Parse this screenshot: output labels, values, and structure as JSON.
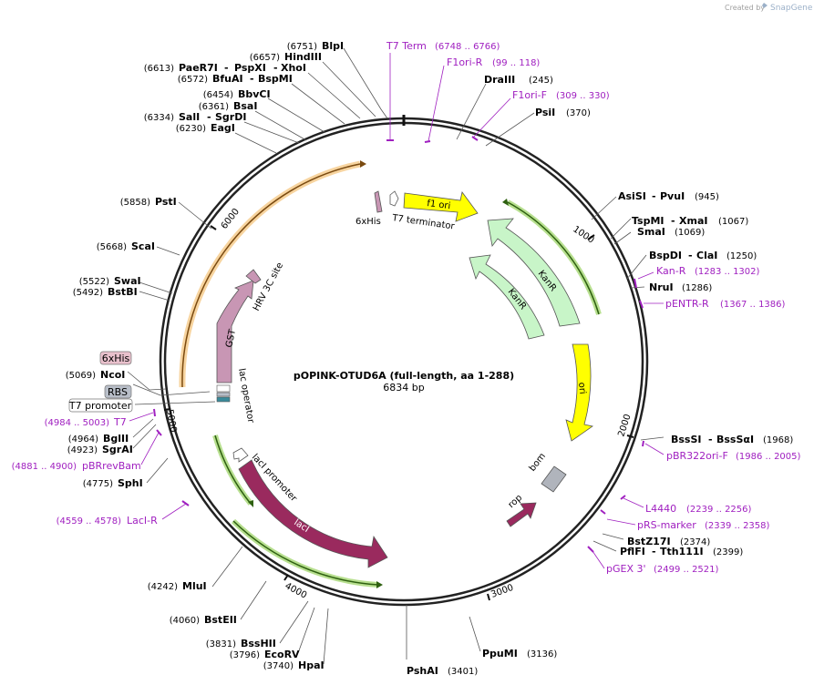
{
  "credit": {
    "created_by": "Created by",
    "brand": "SnapGene"
  },
  "plasmid": {
    "name": "pOPINK-OTUD6A (full-length, aa 1-288)",
    "size": "6834 bp"
  },
  "ticks": [
    "1000",
    "2000",
    "3000",
    "4000",
    "5000",
    "6000"
  ],
  "features": {
    "his_tag": "6xHis",
    "t7_terminator": "T7 terminator",
    "f1_ori": "f1 ori",
    "kanr_outer": "KanR",
    "kanr_inner": "KanR",
    "ori": "ori",
    "bom": "bom",
    "rop": "rop",
    "laci": "lacI",
    "laci_promoter": "lacI promoter",
    "lac_operator": "lac operator",
    "gst": "GST",
    "hrv3c": "HRV 3C site"
  },
  "boxed_labels": {
    "his": "6xHis",
    "rbs": "RBS",
    "t7_promoter": "T7 promoter"
  },
  "colors": {
    "laci": "#9a2a5e",
    "kanr": "#c8f5c8",
    "f1_ori": "#ffff00",
    "ori": "#ffff00",
    "gst": "#c896b4",
    "primer": "#a020c0",
    "promoter_glow": "#70c020",
    "orange_glow": "#f0b050",
    "bom": "#b0b4bc",
    "rbs": "#b8bec8"
  },
  "sites": {
    "blpi": {
      "name": "BlpI",
      "pos": "(6751)"
    },
    "hindiii": {
      "name": "HindIII",
      "pos": "(6657)"
    },
    "paer7i": {
      "name": "PaeR7I",
      "pos": "(6613)",
      "sep1": "-",
      "n2": "PspXI",
      "sep2": "-",
      "n3": "XhoI"
    },
    "bfuai": {
      "name": "BfuAI",
      "pos": "(6572)",
      "sep": "-",
      "n2": "BspMI"
    },
    "bbvci": {
      "name": "BbvCI",
      "pos": "(6454)"
    },
    "bsai": {
      "name": "BsaI",
      "pos": "(6361)"
    },
    "sali": {
      "name": "SalI",
      "pos": "(6334)",
      "sep": "-",
      "n2": "SgrDI"
    },
    "eagi": {
      "name": "EagI",
      "pos": "(6230)"
    },
    "psti": {
      "name": "PstI",
      "pos": "(5858)"
    },
    "scai": {
      "name": "ScaI",
      "pos": "(5668)"
    },
    "swai": {
      "name": "SwaI",
      "pos": "(5522)"
    },
    "bstbi": {
      "name": "BstBI",
      "pos": "(5492)"
    },
    "ncoi": {
      "name": "NcoI",
      "pos": "(5069)"
    },
    "bglii": {
      "name": "BglII",
      "pos": "(4964)"
    },
    "sgrai": {
      "name": "SgrAI",
      "pos": "(4923)"
    },
    "sphi": {
      "name": "SphI",
      "pos": "(4775)"
    },
    "mlui": {
      "name": "MluI",
      "pos": "(4242)"
    },
    "bsteii": {
      "name": "BstEII",
      "pos": "(4060)"
    },
    "bsshii": {
      "name": "BssHII",
      "pos": "(3831)"
    },
    "ecorv": {
      "name": "EcoRV",
      "pos": "(3796)"
    },
    "hpai": {
      "name": "HpaI",
      "pos": "(3740)"
    },
    "pshai": {
      "name": "PshAI",
      "pos": "(3401)"
    },
    "ppumi": {
      "name": "PpuMI",
      "pos": "(3136)"
    },
    "draiii": {
      "name": "DraIII",
      "pos": "(245)"
    },
    "psii": {
      "name": "PsiI",
      "pos": "(370)"
    },
    "asisi": {
      "name": "AsiSI",
      "sep": "-",
      "n2": "PvuI",
      "pos": "(945)"
    },
    "tspmi": {
      "name": "TspMI",
      "sep": "-",
      "n2": "XmaI",
      "pos": "(1067)"
    },
    "smai": {
      "name": "SmaI",
      "pos": "(1069)"
    },
    "bspdi": {
      "name": "BspDI",
      "sep": "-",
      "n2": "ClaI",
      "pos": "(1250)"
    },
    "nrui": {
      "name": "NruI",
      "pos": "(1286)"
    },
    "bsssi": {
      "name": "BssSI",
      "sep": "-",
      "n2": "BssSαI",
      "pos": "(1968)"
    },
    "bstz17i": {
      "name": "BstZ17I",
      "pos": "(2374)"
    },
    "pflfi": {
      "name": "PflFI",
      "sep": "-",
      "n2": "Tth111I",
      "pos": "(2399)"
    }
  },
  "primers": {
    "t7term": {
      "name": "T7 Term",
      "range": "(6748 .. 6766)"
    },
    "f1ori_r": {
      "name": "F1ori-R",
      "range": "(99 .. 118)"
    },
    "f1ori_f": {
      "name": "F1ori-F",
      "range": "(309 .. 330)"
    },
    "kan_r": {
      "name": "Kan-R",
      "range": "(1283 .. 1302)"
    },
    "pentr_r": {
      "name": "pENTR-R",
      "range": "(1367 .. 1386)"
    },
    "pbr322ori_f": {
      "name": "pBR322ori-F",
      "range": "(1986 .. 2005)"
    },
    "l4440": {
      "name": "L4440",
      "range": "(2239 .. 2256)"
    },
    "prs_marker": {
      "name": "pRS-marker",
      "range": "(2339 .. 2358)"
    },
    "pgex3": {
      "name": "pGEX 3'",
      "range": "(2499 .. 2521)"
    },
    "t7": {
      "name": "T7",
      "range": "(4984 .. 5003)"
    },
    "pbrrevbam": {
      "name": "pBRrevBam",
      "range": "(4881 .. 4900)"
    },
    "laci_r": {
      "name": "LacI-R",
      "range": "(4559 .. 4578)"
    }
  }
}
